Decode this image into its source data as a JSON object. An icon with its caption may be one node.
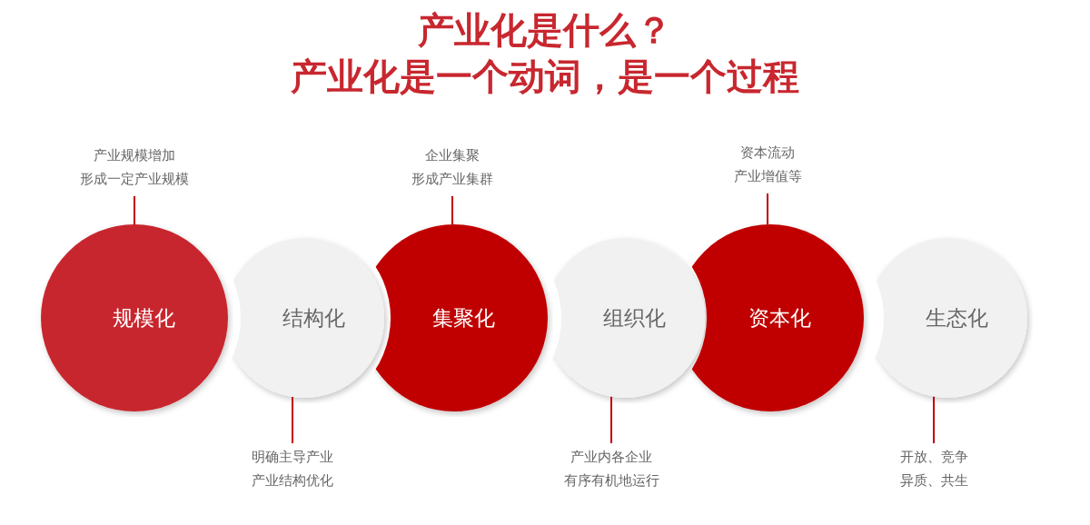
{
  "diagram": {
    "title": "产业化是什么？",
    "nodes": [
      {
        "text": [
          "规模化"
        ]
      },
      {
        "text": [
          "结构化"
        ]
      },
      {
        "text": [
          "集聚化"
        ]
      },
      {
        "text": [
          "组织化"
        ]
      },
      {
        "text": [
          "资本化"
        ]
      },
      {
        "text": [
          "生态化"
        ]
      },
      {
        "text": [
          "产业规模增加",
          "形成一定产业规模"
        ]
      },
      {
        "text": [
          "明确主导产业",
          "产业结构优化"
        ]
      },
      {
        "text": [
          "企业集聚",
          "形成产业集群"
        ]
      },
      {
        "text": [
          "产业内各企业",
          "有序有机地运行"
        ]
      },
      {
        "text": [
          "资本流动",
          "产业增值等"
        ]
      },
      {
        "text": [
          "开放、竞争",
          "异质、共生"
        ]
      }
    ],
    "edges": [
      {
        "from": 6,
        "to": 0,
        "arrow": "none"
      },
      {
        "from": 7,
        "to": 1,
        "arrow": "none"
      },
      {
        "from": 8,
        "to": 2,
        "arrow": "none"
      },
      {
        "from": 9,
        "to": 3,
        "arrow": "none"
      },
      {
        "from": 10,
        "to": 4,
        "arrow": "none"
      },
      {
        "from": 11,
        "to": 5,
        "arrow": "none"
      }
    ],
    "labels": [
      "产业化是一个动词，是一个过程"
    ]
  }
}
